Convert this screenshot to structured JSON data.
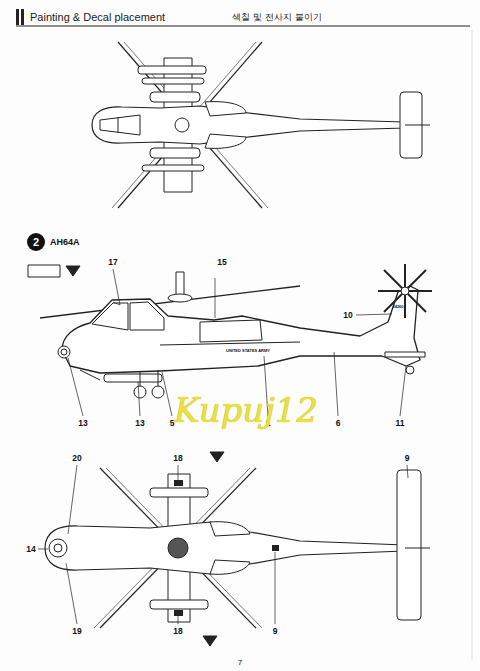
{
  "diagram": {
    "title": "Painting & Decal placement",
    "labels": [
      "색칠 및 전사지 붙이기",
      "2",
      "AH64A",
      "17",
      "15",
      "10",
      "24260",
      "UNITED STATES ARMY",
      "13",
      "13",
      "5",
      "1",
      "6",
      "11",
      "Kupuj12",
      "20",
      "18",
      "9",
      "14",
      "19",
      "18",
      "9",
      "7"
    ]
  }
}
